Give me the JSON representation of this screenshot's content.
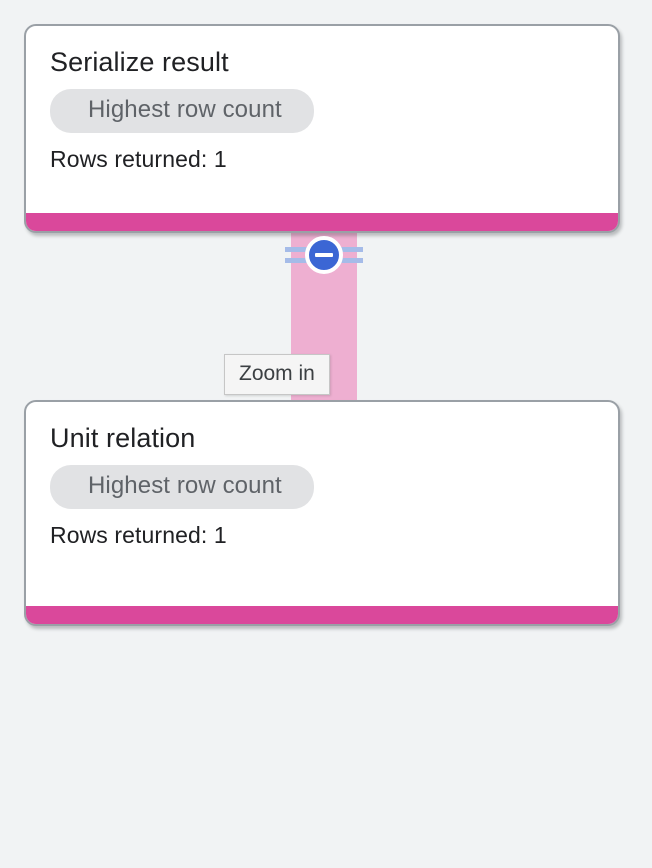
{
  "canvas": {
    "background_color": "#f1f3f4"
  },
  "nodes": [
    {
      "id": "serialize-result",
      "title": "Serialize result",
      "chip_label": "Highest row count",
      "stat_label": "Rows returned: 1",
      "accent_color": "#da489b"
    },
    {
      "id": "unit-relation",
      "title": "Unit relation",
      "chip_label": "Highest row count",
      "stat_label": "Rows returned: 1",
      "accent_color": "#da489b"
    }
  ],
  "edge": {
    "ribbon_color": "#eeafd1",
    "rail_color": "#a5bbe8",
    "collapse_button": {
      "icon": "minus-circle-icon",
      "color": "#3b66d4"
    }
  },
  "tooltip": {
    "text": "Zoom in"
  }
}
